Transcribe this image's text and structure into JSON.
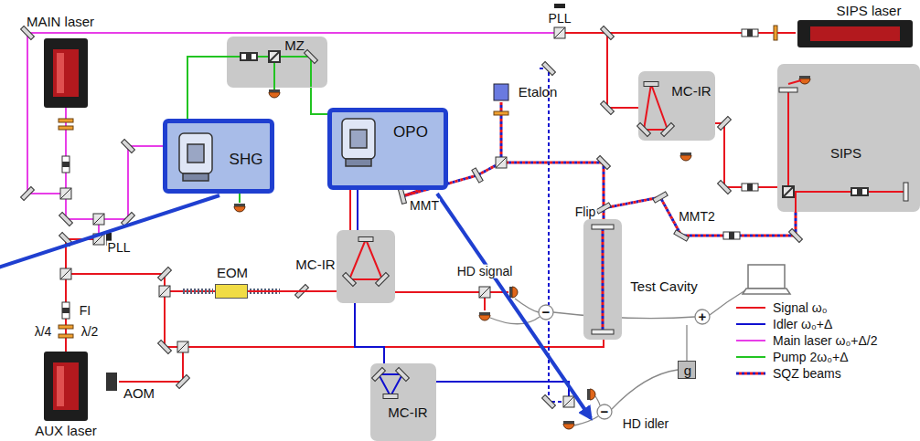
{
  "diagram": {
    "nodes": [
      {
        "text": [
          "MAIN laser"
        ]
      },
      {
        "text": [
          "MZ"
        ]
      },
      {
        "text": [
          "SHG"
        ]
      },
      {
        "text": [
          "OPO"
        ]
      },
      {
        "text": [
          "Etalon"
        ]
      },
      {
        "text": [
          "SIPS laser"
        ]
      },
      {
        "text": [
          "MC-IR"
        ]
      },
      {
        "text": [
          "SIPS"
        ]
      },
      {
        "text": [
          "MC-IR"
        ]
      },
      {
        "text": [
          "EOM"
        ]
      },
      {
        "text": [
          "Test Cavity"
        ]
      },
      {
        "text": [
          "AUX laser"
        ]
      },
      {
        "text": [
          "AOM"
        ]
      },
      {
        "text": [
          "MC-IR"
        ]
      },
      {
        "text": [
          "g"
        ]
      }
    ],
    "edges": [
      {
        "from": 2,
        "to": 1,
        "arrow": "none"
      },
      {
        "from": 1,
        "to": 3,
        "arrow": "none"
      },
      {
        "from": 9,
        "to": 8,
        "arrow": "none"
      },
      {
        "from": 8,
        "to": 13,
        "arrow": "none"
      }
    ],
    "labels": [
      "PLL",
      "MMT",
      "Flip",
      "MMT2",
      "PLL",
      "HD signal",
      "FI",
      "λ/4",
      "λ/2",
      "−",
      "+",
      "−",
      "HD idler"
    ],
    "legend": [
      {
        "text": "Signal ω₀",
        "color": "#e8141e"
      },
      {
        "text": "Idler ω₀+Δ",
        "color": "#1010d0"
      },
      {
        "text": "Main laser ω₀+Δ/2",
        "color": "#e83ee8"
      },
      {
        "text": "Pump 2ω₀+Δ",
        "color": "#22c422"
      },
      {
        "text": "SQZ beams"
      }
    ]
  }
}
